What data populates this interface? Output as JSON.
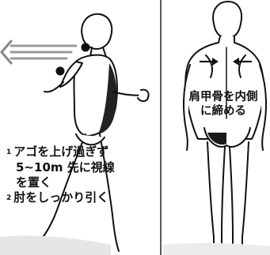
{
  "left_panel": {
    "tips": [
      {
        "number": "1",
        "lines": [
          "アゴを上げ過ぎず",
          "5~10m 先に視線",
          "を置く"
        ]
      },
      {
        "number": "2",
        "lines": [
          "肘をしっかり引く"
        ]
      }
    ]
  },
  "right_panel": {
    "caption_lines": [
      "肩甲骨を内側",
      "に締める"
    ]
  },
  "colors": {
    "ink": "#111111",
    "divider": "#222222",
    "background": "#ffffff"
  }
}
